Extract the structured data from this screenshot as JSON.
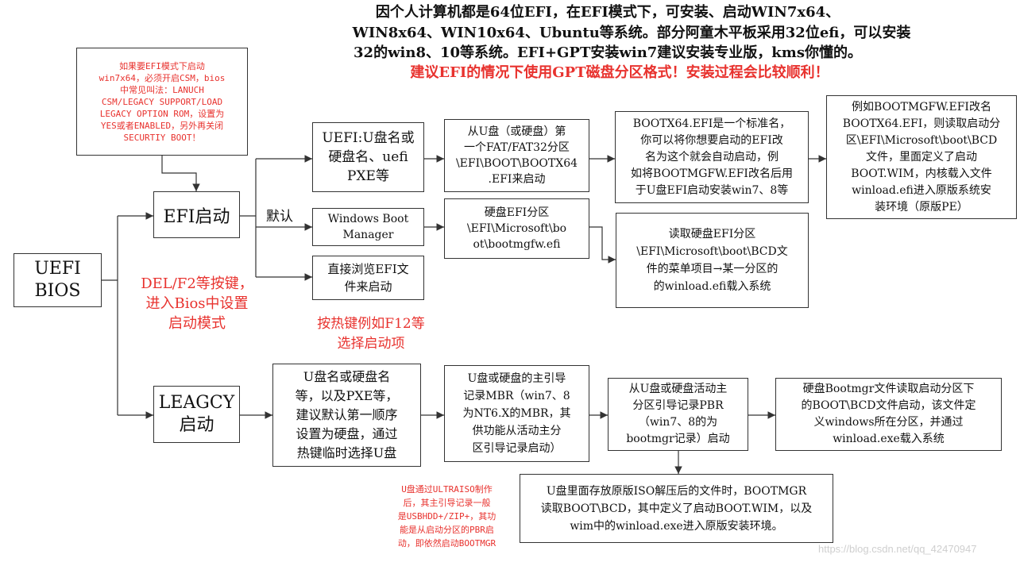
{
  "header": {
    "line1": "因个人计算机都是64位EFI，在EFI模式下，可安装、启动WIN7x64、",
    "line2": "WIN8x64、WIN10x64、Ubuntu等系统。部分阿童木平板采用32位efi，可以安装",
    "line3": "32的win8、10等系统。EFI+GPT安装win7建议安装专业版，kms你懂的。",
    "line4": "建议EFI的情况下使用GPT磁盘分区格式！安装过程会比较顺利！"
  },
  "nodes": {
    "csm_note": "如果要EFI模式下启动\nwin7x64，必须开启CSM，bios\n中常见叫法：LANUCH\nCSM/LEGACY SUPPORT/LOAD\nLEGACY OPTION ROM，设置为\nYES或者ENABLED，另外再关闭\nSECURTIY BOOT！",
    "uefi_bios": "UEFI\nBIOS",
    "efi_boot": "EFI启动",
    "legacy_boot": "LEAGCY\n启动",
    "uefi_usb": "UEFI:U盘名或\n硬盘名、uefi\nPXE等",
    "windows_boot_manager": "Windows Boot\nManager",
    "browse_efi": "直接浏览EFI文\n件来启动",
    "usb_fat_partition": "从U盘（或硬盘）第\n一个FAT/FAT32分区\n\\EFI\\BOOT\\BOOTX64\n.EFI来启动",
    "disk_efi_partition": "硬盘EFI分区\n\\EFI\\Microsoft\\bo\not\\bootmgfw.efi",
    "bootx64_standard": "BOOTX64.EFI是一个标准名，\n你可以将你想要启动的EFI改\n名为这个就会自动启动，例\n如将BOOTMGFW.EFI改名后用\n于U盘EFI启动安装win7、8等",
    "rename_example": "例如BOOTMGFW.EFI改名\nBOOTX64.EFI，则读取启动分\n区\\EFI\\Microsoft\\boot\\BCD\n文件，里面定义了启动\nBOOT.WIM，内核载入文件\nwinload.efi进入原版系统安\n装环境（原版PE）",
    "read_bcd_efi": "读取硬盘EFI分区\n\\EFI\\Microsoft\\boot\\BCD文\n件的菜单项目→某一分区的\n的winload.efi载入系统",
    "usb_or_disk_name": "U盘名或硬盘名\n等，以及PXE等，\n建议默认第一顺序\n设置为硬盘，通过\n热键临时选择U盘",
    "mbr_box": "U盘或硬盘的主引导\n记录MBR（win7、8\n为NT6.X的MBR，其\n供功能从活动主分\n区引导记录启动）",
    "pbr_box": "从U盘或硬盘活动主\n分区引导记录PBR\n（win7、8的为\nbootmgr记录）启动",
    "bootmgr_read": "硬盘Bootmgr文件读取启动分区下\n的BOOT\\BCD文件启动，该文件定\n义windows所在分区，并通过\nwinload.exe载入系统",
    "usb_iso": "U盘里面存放原版ISO解压后的文件时，BOOTMGR\n读取BOOT\\BCD，其中定义了启动BOOT.WIM，以及\nwim中的winload.exe进入原版安装环境。"
  },
  "labels": {
    "default": "默认",
    "del_f2": "DEL/F2等按键，\n进入Bios中设置\n启动模式",
    "hotkey": "按热键例如F12等\n选择启动项",
    "ultraiso_note": "U盘通过ULTRAISO制作\n后，其主引导记录一般\n是USBHDD+/ZIP+，其功\n能是从启动分区的PBR启\n动，即依然启动BOOTMGR"
  },
  "watermark": "https://blog.csdn.net/qq_42470947",
  "colors": {
    "red": "#e8322e",
    "line": "#333333"
  }
}
